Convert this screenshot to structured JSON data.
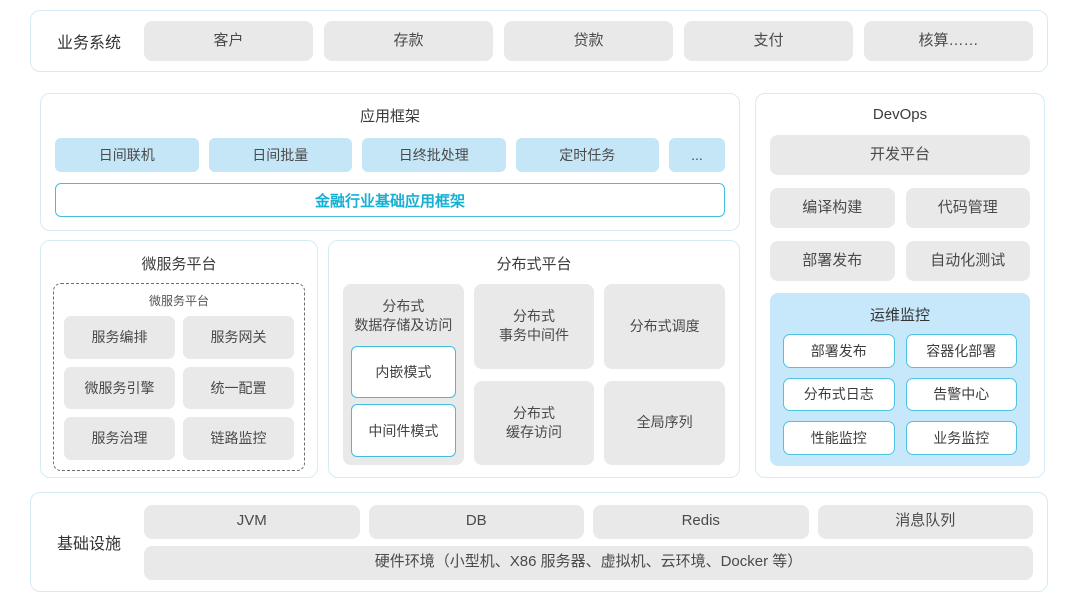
{
  "business_systems": {
    "label": "业务系统",
    "items": [
      "客户",
      "存款",
      "贷款",
      "支付",
      "核算……"
    ]
  },
  "app_framework": {
    "title": "应用框架",
    "modules": [
      "日间联机",
      "日间批量",
      "日终批处理",
      "定时任务",
      "..."
    ],
    "base_label": "金融行业基础应用框架"
  },
  "microservice_platform": {
    "title": "微服务平台",
    "inner_title": "微服务平台",
    "items": [
      "服务编排",
      "服务网关",
      "微服务引擎",
      "统一配置",
      "服务治理",
      "链路监控"
    ]
  },
  "distributed_platform": {
    "title": "分布式平台",
    "storage_label": "分布式\n数据存储及访问",
    "storage_modes": [
      "内嵌模式",
      "中间件模式"
    ],
    "middle_items": [
      "分布式\n事务中间件",
      "分布式\n缓存访问"
    ],
    "right_items": [
      "分布式调度",
      "全局序列"
    ]
  },
  "devops": {
    "title": "DevOps",
    "dev_platform": "开发平台",
    "tools": [
      "编译构建",
      "代码管理",
      "部署发布",
      "自动化测试"
    ],
    "monitoring": {
      "title": "运维监控",
      "items": [
        "部署发布",
        "容器化部署",
        "分布式日志",
        "告警中心",
        "性能监控",
        "业务监控"
      ]
    }
  },
  "infrastructure": {
    "label": "基础设施",
    "components": [
      "JVM",
      "DB",
      "Redis",
      "消息队列"
    ],
    "hardware_env": "硬件环境（小型机、X86 服务器、虚拟机、云环境、Docker 等）"
  },
  "colors": {
    "section_border": "#d4ecf5",
    "gray_fill": "#e9e9e9",
    "blue_fill": "#c5e6f7",
    "monitor_fill": "#c7e8fa",
    "cyan_border": "#43bcdf",
    "cyan_text": "#17b0d5",
    "dark_text": "#424242"
  }
}
